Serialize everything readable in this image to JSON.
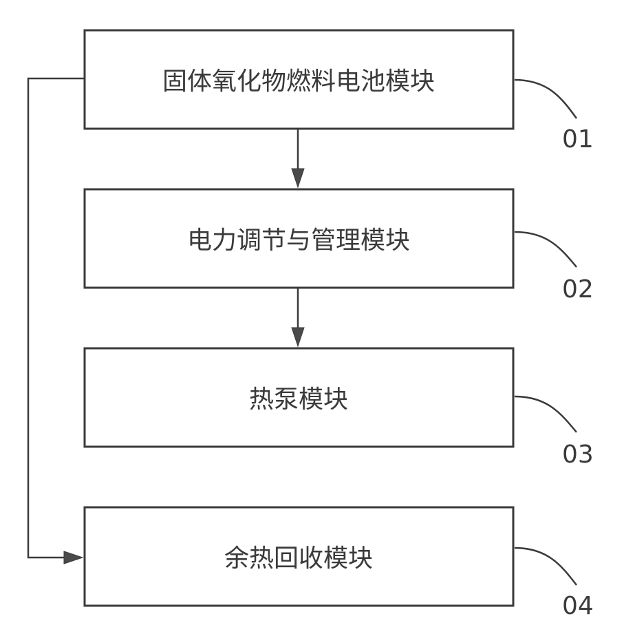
{
  "modules": [
    {
      "label": "固体氧化物燃料电池模块",
      "ref": "01"
    },
    {
      "label": "电力调节与管理模块",
      "ref": "02"
    },
    {
      "label": "热泵模块",
      "ref": "03"
    },
    {
      "label": "余热回收模块",
      "ref": "04"
    }
  ]
}
